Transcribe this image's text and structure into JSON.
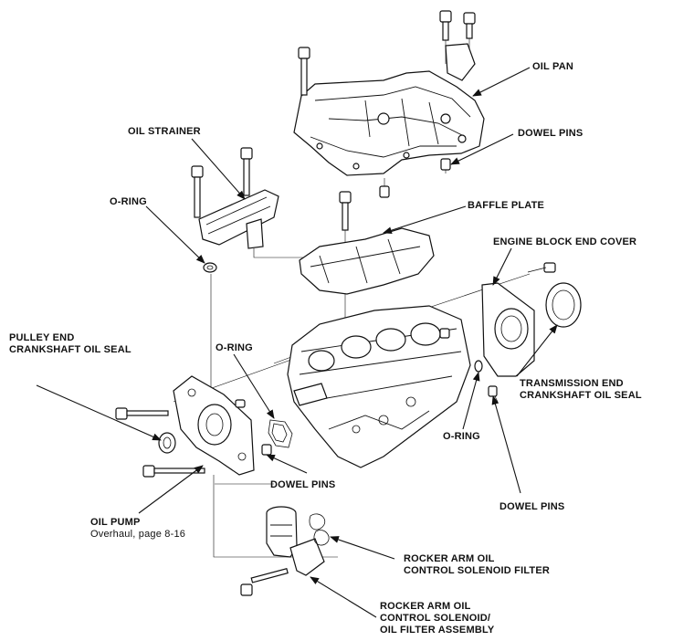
{
  "labels": {
    "oil_pan": "OIL PAN",
    "dowel_pins_top": "DOWEL PINS",
    "oil_strainer": "OIL STRAINER",
    "o_ring_strainer": "O-RING",
    "baffle_plate": "BAFFLE PLATE",
    "engine_block_end_cover": "ENGINE BLOCK END COVER",
    "pulley_end_seal_line1": "PULLEY END",
    "pulley_end_seal_line2": "CRANKSHAFT OIL SEAL",
    "o_ring_pump": "O-RING",
    "transmission_end_seal_line1": "TRANSMISSION END",
    "transmission_end_seal_line2": "CRANKSHAFT OIL SEAL",
    "o_ring_cover": "O-RING",
    "dowel_pins_middle": "DOWEL PINS",
    "dowel_pins_right": "DOWEL PINS",
    "oil_pump": "OIL PUMP",
    "oil_pump_ref": "Overhaul, page 8-16",
    "solenoid_filter_line1": "ROCKER ARM OIL",
    "solenoid_filter_line2": "CONTROL SOLENOID FILTER",
    "solenoid_assembly_line1": "ROCKER ARM OIL",
    "solenoid_assembly_line2": "CONTROL SOLENOID/",
    "solenoid_assembly_line3": "OIL FILTER ASSEMBLY"
  }
}
